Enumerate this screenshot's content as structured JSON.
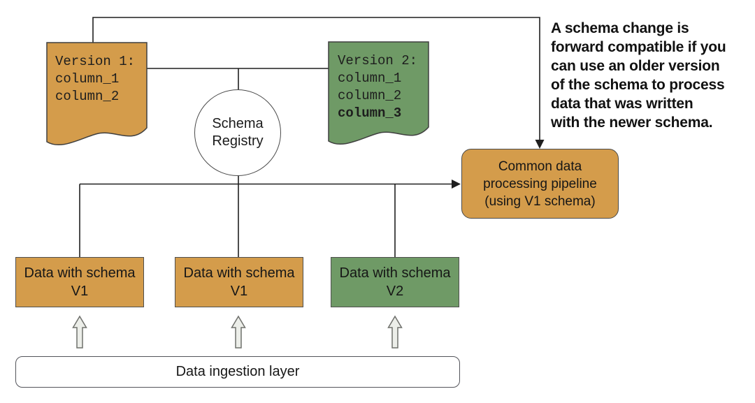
{
  "colors": {
    "orange": "#D49C4B",
    "green": "#6F9A66",
    "arrow_fill": "#ECEEE9",
    "arrow_stroke": "#6F706C",
    "line": "#1f1f1f"
  },
  "schema_v1_doc": {
    "title": "Version 1:",
    "line1": "column_1",
    "line2": "column_2"
  },
  "schema_v2_doc": {
    "title": "Version 2:",
    "line1": "column_1",
    "line2": "column_2",
    "bold_line": "column_3"
  },
  "registry": {
    "line1": "Schema",
    "line2": "Registry"
  },
  "annotation": {
    "line1": "A schema change is",
    "line2": "forward compatible if you",
    "line3": "can use an older version",
    "line4": "of the schema to process",
    "line5": "data that was written",
    "line6": "with the newer schema."
  },
  "pipeline_box": {
    "line1": "Common data",
    "line2": "processing pipeline",
    "line3": "(using V1 schema)"
  },
  "data_boxes": [
    {
      "line1": "Data with schema",
      "line2": "V1",
      "color": "orange"
    },
    {
      "line1": "Data with schema",
      "line2": "V1",
      "color": "orange"
    },
    {
      "line1": "Data with schema",
      "line2": "V2",
      "color": "green"
    }
  ],
  "ingestion_box": {
    "label": "Data ingestion layer"
  }
}
